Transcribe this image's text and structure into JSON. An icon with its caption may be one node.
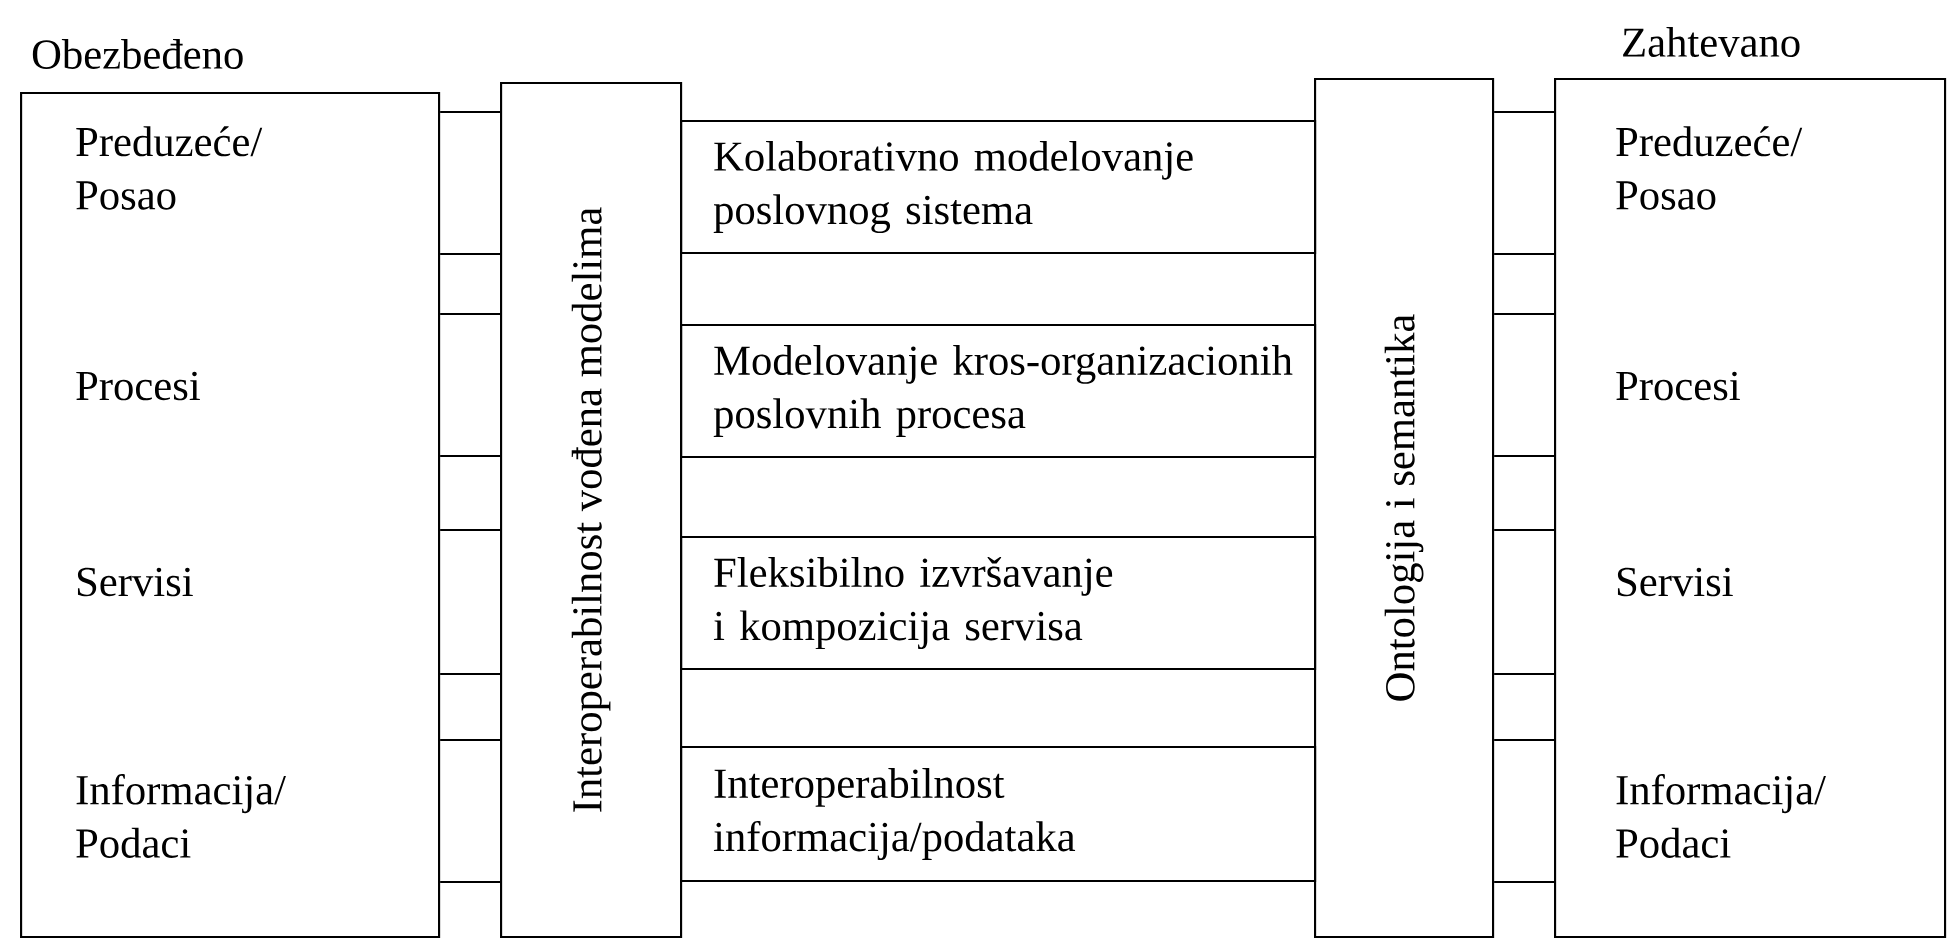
{
  "diagram": {
    "nodes": [
      {
        "text": [
          "Obezbeđeno",
          "Preduzeće/ Posao",
          "Procesi",
          "Servisi",
          "Informacija/ Podaci"
        ]
      },
      {
        "text": [
          "Interoperabilnost vođena modelima"
        ]
      },
      {
        "text": [
          "Kolaborativno modelovanje poslovnog sistema"
        ]
      },
      {
        "text": [
          "Modelovanje kros-organizacionih poslovnih procesa"
        ]
      },
      {
        "text": [
          "Fleksibilno izvršavanje i kompozicija servisa"
        ]
      },
      {
        "text": [
          "Interoperabilnost informacija/podataka"
        ]
      },
      {
        "text": [
          "Ontologija i semantika"
        ]
      },
      {
        "text": [
          "Zahtevano",
          "Preduzeće/ Posao",
          "Procesi",
          "Servisi",
          "Informacija/ Podaci"
        ]
      }
    ],
    "edges": [
      {
        "from": 0,
        "to": 1,
        "arrow": "none"
      },
      {
        "from": 0,
        "to": 1,
        "arrow": "none"
      },
      {
        "from": 0,
        "to": 1,
        "arrow": "none"
      },
      {
        "from": 0,
        "to": 1,
        "arrow": "none"
      },
      {
        "from": 6,
        "to": 7,
        "arrow": "none"
      },
      {
        "from": 6,
        "to": 7,
        "arrow": "none"
      },
      {
        "from": 6,
        "to": 7,
        "arrow": "none"
      },
      {
        "from": 6,
        "to": 7,
        "arrow": "none"
      }
    ]
  }
}
